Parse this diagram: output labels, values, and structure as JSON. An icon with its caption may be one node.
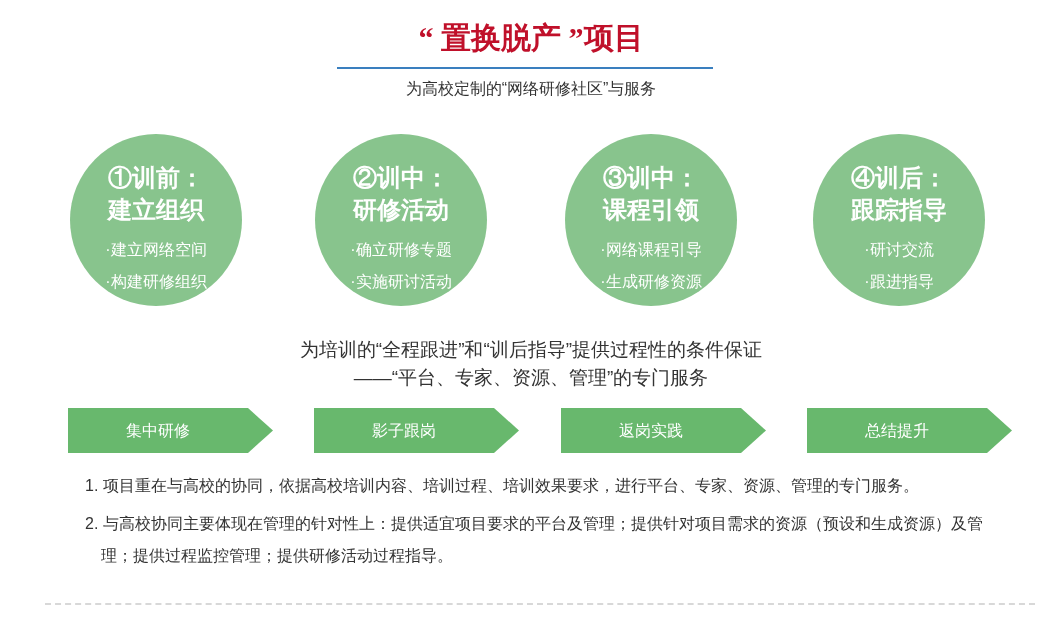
{
  "diagram": {
    "title": "“ 置换脱产 ”项目",
    "nodes": [
      {
        "text": [
          "①训前：建立组织",
          "·建立网络空间",
          "·构建研修组织"
        ]
      },
      {
        "text": [
          "②训中：研修活动",
          "·确立研修专题",
          "·实施研讨活动"
        ]
      },
      {
        "text": [
          "③训中：课程引领",
          "·网络课程引导",
          "·生成研修资源"
        ]
      },
      {
        "text": [
          "④训后：跟踪指导",
          "·研讨交流",
          "·跟进指导"
        ]
      },
      {
        "text": [
          "集中研修"
        ]
      },
      {
        "text": [
          "影子跟岗"
        ]
      },
      {
        "text": [
          "返岗实践"
        ]
      },
      {
        "text": [
          "总结提升"
        ]
      }
    ],
    "edges": [],
    "labels": [
      "为高校定制的“网络研修社区”与服务",
      "为培训的“全程跟进”和“训后指导”提供过程性的条件保证",
      "——“平台、专家、资源、管理”的专门服务",
      "1. 项目重在与高校的协同，依据高校培训内容、培训过程、培训效果要求，进行平台、专家、资源、管理的专门服务。",
      "2. 与高校协同主要体现在管理的针对性上：提供适宜项目要求的平台及管理；提供针对项目需求的资源（预设和生成资源）及管理；提供过程监控管理；提供研修活动过程指导。"
    ]
  }
}
